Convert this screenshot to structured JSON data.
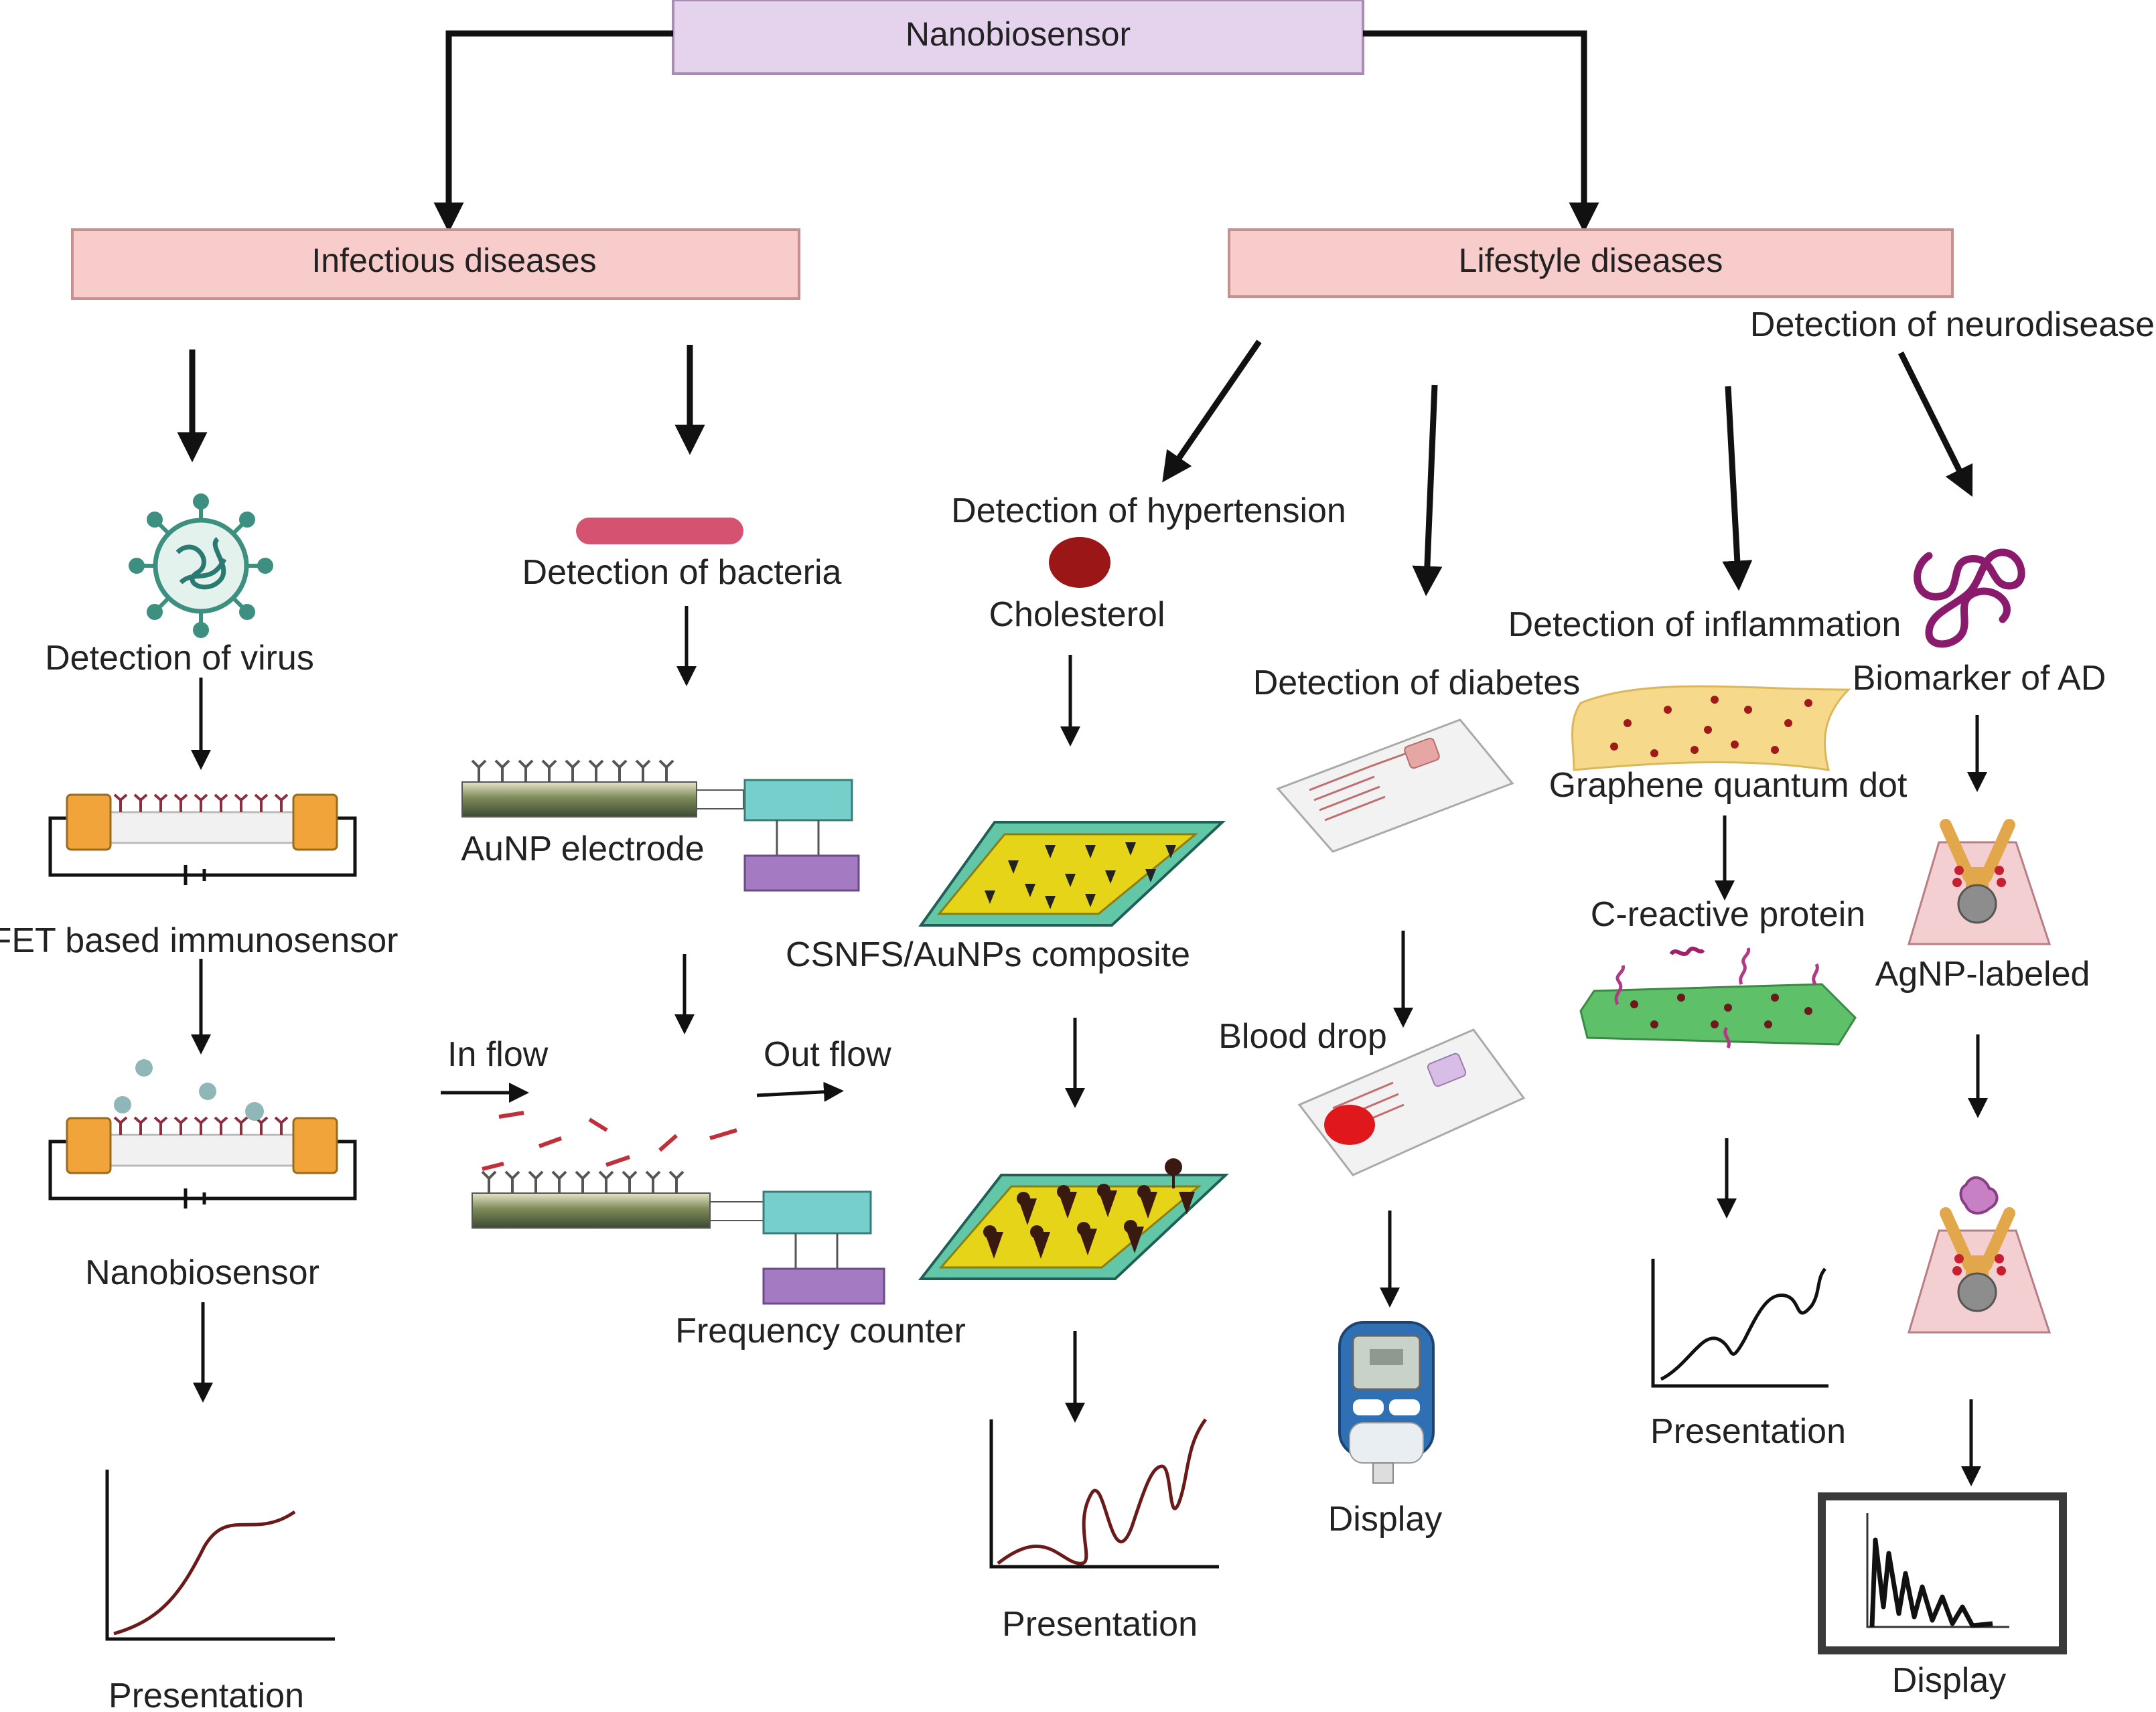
{
  "title": "Nanobiosensor",
  "colors": {
    "root_box": "#e5d3ee",
    "root_border": "#a98bb5",
    "category_box": "#f7cccb",
    "category_border": "#c98f8f",
    "arrow": "#111111",
    "sensor_yellow": "#e6d418",
    "sensor_green": "#62c7a6",
    "teal_box": "#76cfcb",
    "purple_box": "#a47bc2",
    "orange_pad": "#f0a43a",
    "blood_red": "#d8181c"
  },
  "categories": {
    "infectious": "Infectious diseases",
    "lifestyle": "Lifestyle diseases"
  },
  "virus_column": {
    "title": "Detection of virus",
    "step1": "FET based immunosensor",
    "step2": "Nanobiosensor",
    "step3": "Presentation",
    "icons": [
      "virus-icon",
      "fet-sensor-icon",
      "fet-binding-sensor-icon",
      "sigmoid-graph-icon"
    ]
  },
  "bacteria_column": {
    "title": "Detection of bacteria",
    "step1": "AuNP electrode",
    "inflow": "In flow",
    "outflow": "Out flow",
    "step2": "Frequency counter",
    "icons": [
      "bacterium-icon",
      "electrode-icon",
      "flow-electrode-icon"
    ]
  },
  "hypertension_column": {
    "title": "Detection of hypertension",
    "sub": "Cholesterol",
    "step1": "CSNFS/AuNPs composite",
    "step2": "Presentation",
    "icons": [
      "cholesterol-icon",
      "composite-chip-icon",
      "bound-chip-icon",
      "peaks-graph-icon"
    ]
  },
  "diabetes_column": {
    "title": "Detection of diabetes",
    "step1": "Blood drop",
    "step2": "Display",
    "icons": [
      "test-strip-icon",
      "blood-strip-icon",
      "glucometer-icon"
    ]
  },
  "inflammation_column": {
    "title": "Detection of inflammation",
    "step1": "Graphene quantum dot",
    "step2": "C-reactive protein",
    "step3": "Presentation",
    "icons": [
      "graphene-sheet-icon",
      "crp-sheet-icon",
      "wave-graph-icon"
    ]
  },
  "neuro_column": {
    "title": "Detection of neurodisease",
    "step1": "Biomarker of AD",
    "step2": "AgNP-labeled",
    "step3": "Display",
    "icons": [
      "protein-icon",
      "antibody-well-icon",
      "antibody-bound-icon",
      "monitor-icon"
    ]
  }
}
